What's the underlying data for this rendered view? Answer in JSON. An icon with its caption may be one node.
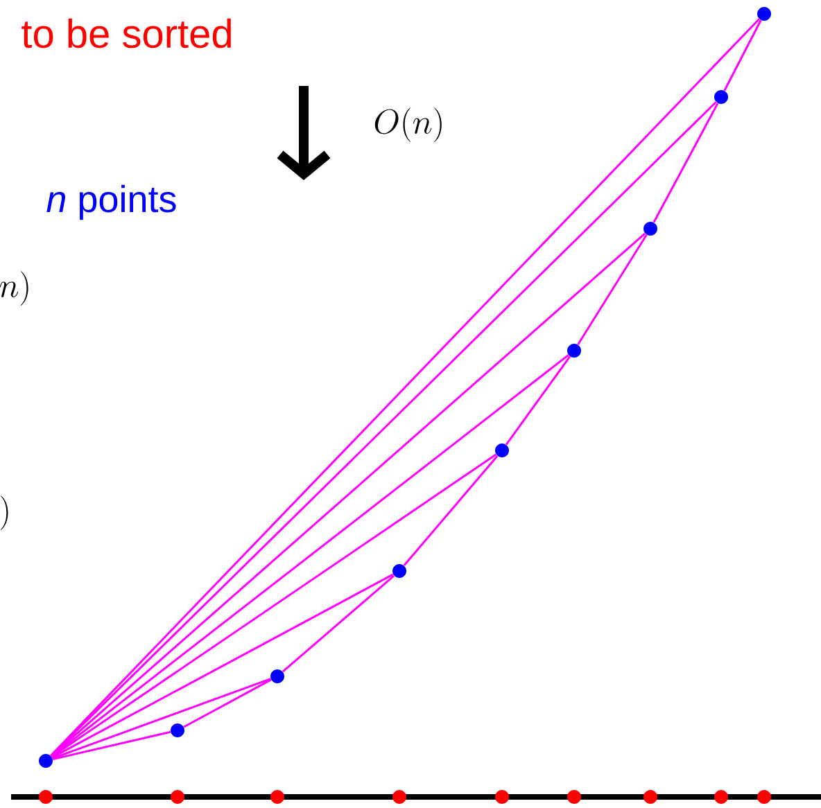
{
  "diagram": {
    "nodes": [
      {
        "text": [],
        "shape": "circle"
      },
      {
        "text": [],
        "shape": "circle"
      },
      {
        "text": [],
        "shape": "circle"
      },
      {
        "text": [],
        "shape": "circle"
      },
      {
        "text": [],
        "shape": "circle"
      },
      {
        "text": [],
        "shape": "circle"
      },
      {
        "text": [],
        "shape": "circle"
      },
      {
        "text": [],
        "shape": "circle"
      },
      {
        "text": [],
        "shape": "circle"
      },
      {
        "text": [],
        "shape": "circle"
      },
      {
        "text": [],
        "shape": "circle"
      },
      {
        "text": [],
        "shape": "circle"
      },
      {
        "text": [],
        "shape": "circle"
      },
      {
        "text": [],
        "shape": "circle"
      },
      {
        "text": [],
        "shape": "circle"
      },
      {
        "text": [],
        "shape": "circle"
      },
      {
        "text": [],
        "shape": "circle"
      },
      {
        "text": [],
        "shape": "circle"
      }
    ],
    "edges": [
      {
        "from": 0,
        "to": 1,
        "arrow": "none"
      },
      {
        "from": 0,
        "to": 2,
        "arrow": "none"
      },
      {
        "from": 0,
        "to": 3,
        "arrow": "none"
      },
      {
        "from": 0,
        "to": 4,
        "arrow": "none"
      },
      {
        "from": 0,
        "to": 5,
        "arrow": "none"
      },
      {
        "from": 0,
        "to": 6,
        "arrow": "none"
      },
      {
        "from": 0,
        "to": 7,
        "arrow": "none"
      },
      {
        "from": 0,
        "to": 8,
        "arrow": "none"
      },
      {
        "from": 1,
        "to": 2,
        "arrow": "none"
      },
      {
        "from": 2,
        "to": 3,
        "arrow": "none"
      },
      {
        "from": 3,
        "to": 4,
        "arrow": "none"
      },
      {
        "from": 4,
        "to": 5,
        "arrow": "none"
      },
      {
        "from": 5,
        "to": 6,
        "arrow": "none"
      },
      {
        "from": 6,
        "to": 7,
        "arrow": "none"
      },
      {
        "from": 7,
        "to": 8,
        "arrow": "none"
      }
    ],
    "labels": [
      "to be sorted",
      "O(n)",
      "*n* points",
      "n)",
      ")"
    ]
  }
}
